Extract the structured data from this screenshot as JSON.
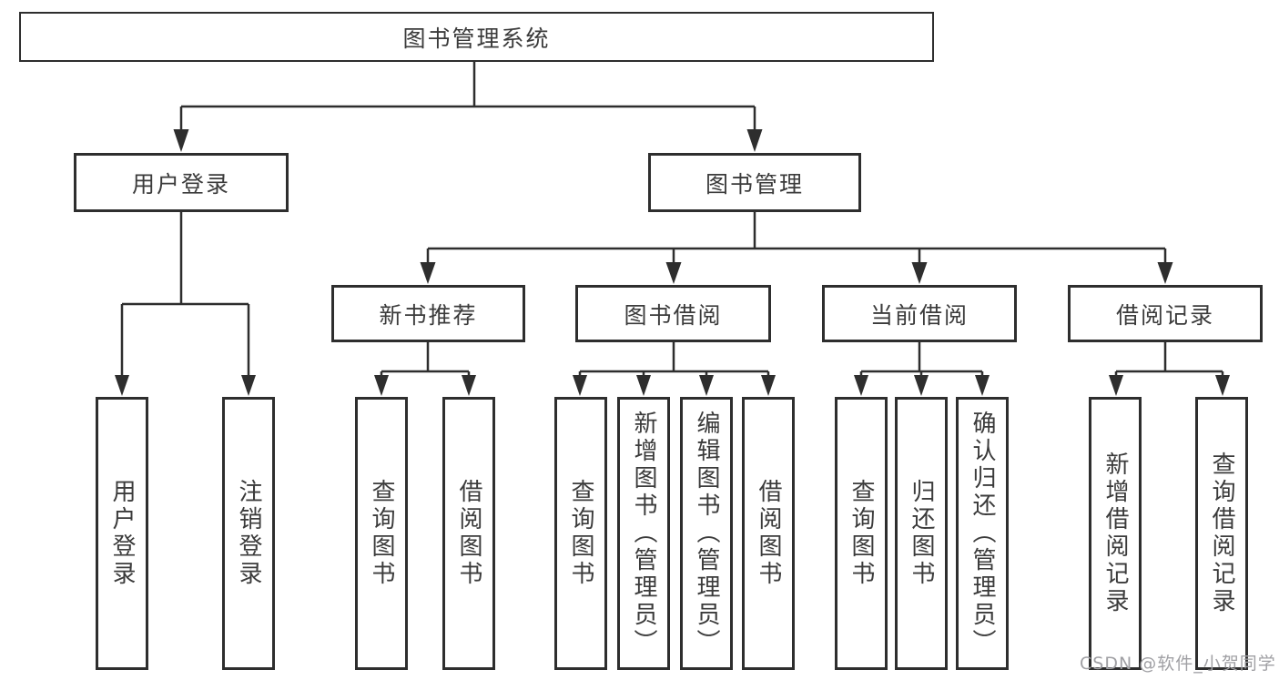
{
  "diagram": {
    "root": {
      "label": "图书管理系统"
    },
    "branches": [
      {
        "label": "用户登录",
        "leaves": [
          "用户登录",
          "注销登录"
        ]
      },
      {
        "label": "图书管理",
        "groups": [
          {
            "label": "新书推荐",
            "leaves": [
              "查询图书",
              "借阅图书"
            ]
          },
          {
            "label": "图书借阅",
            "leaves": [
              "查询图书",
              "新增图书（管理员）",
              "编辑图书（管理员）",
              "借阅图书"
            ]
          },
          {
            "label": "当前借阅",
            "leaves": [
              "查询图书",
              "归还图书",
              "确认归还（管理员）"
            ]
          },
          {
            "label": "借阅记录",
            "leaves": [
              "新增借阅记录",
              "查询借阅记录"
            ]
          }
        ]
      }
    ]
  },
  "watermark": {
    "text": "CSDN @软件_小贺同学",
    "color": "#a0a0a4"
  },
  "colors": {
    "line": "#2e2e2e",
    "box_border": "#2e2e2e",
    "text": "#3b3b3b",
    "background": "#ffffff"
  }
}
